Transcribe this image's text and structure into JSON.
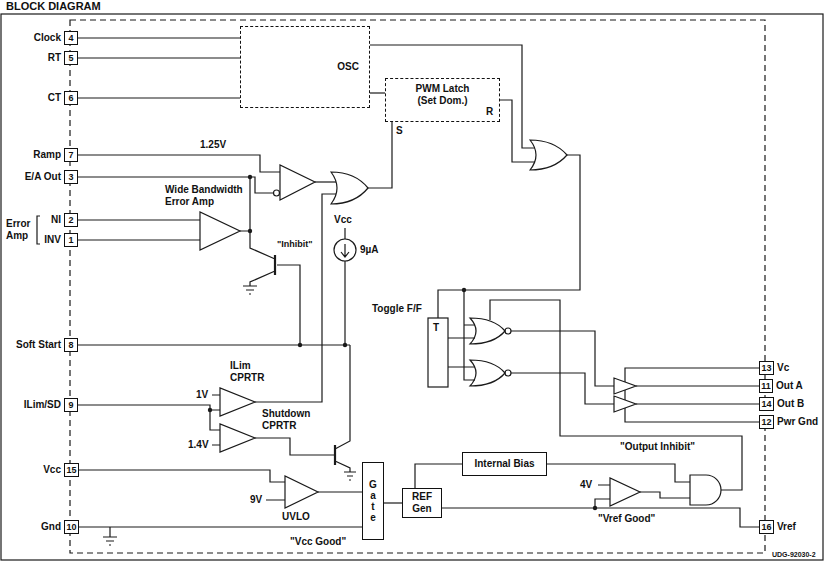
{
  "diagram": {
    "title": "BLOCK DIAGRAM",
    "nodes": [
      {
        "text": [
          "Clock",
          "4"
        ]
      },
      {
        "text": [
          "RT",
          "5"
        ]
      },
      {
        "text": [
          "CT",
          "6"
        ]
      },
      {
        "text": [
          "OSC"
        ]
      },
      {
        "text": [
          "PWM Latch (Set Dom.)"
        ]
      },
      {
        "text": [
          "Ramp",
          "7"
        ]
      },
      {
        "text": [
          "E/A Out",
          "3"
        ]
      },
      {
        "text": [
          "NI",
          "2"
        ]
      },
      {
        "text": [
          "INV",
          "1"
        ]
      },
      {
        "text": [
          "Soft Start",
          "8"
        ]
      },
      {
        "text": [
          "Vc",
          "13"
        ]
      },
      {
        "text": [
          "Out A",
          "11"
        ]
      },
      {
        "text": [
          "Out B",
          "14"
        ]
      },
      {
        "text": [
          "Pwr Gnd",
          "12"
        ]
      },
      {
        "text": [
          "ILim/SD",
          "9"
        ]
      },
      {
        "text": [
          "Vcc",
          "15"
        ]
      },
      {
        "text": [
          "Gate"
        ]
      },
      {
        "text": [
          "REF Gen"
        ]
      },
      {
        "text": [
          "Internal Bias"
        ]
      },
      {
        "text": [
          "Gnd",
          "10"
        ]
      },
      {
        "text": [
          "Vref",
          "16"
        ]
      }
    ],
    "edges": [
      {
        "from": 0,
        "to": 3,
        "arrow": "none"
      },
      {
        "from": 1,
        "to": 3,
        "arrow": "none"
      },
      {
        "from": 2,
        "to": 3,
        "arrow": "none"
      },
      {
        "from": 3,
        "to": 4,
        "arrow": "none"
      },
      {
        "from": 19,
        "to": 16,
        "arrow": "none"
      },
      {
        "from": 16,
        "to": 17,
        "arrow": "none"
      },
      {
        "from": 17,
        "to": 18,
        "arrow": "none"
      },
      {
        "from": 17,
        "to": 20,
        "arrow": "none"
      }
    ],
    "labels": [
      "1.25V",
      "Wide Bandwidth Error Amp",
      "Error Amp",
      "S",
      "R",
      "\"Inhibit\"",
      "Vcc",
      "9µA",
      "Toggle F/F",
      "T",
      "ILim CPRTR",
      "1V",
      "Shutdown CPRTR",
      "1.4V",
      "9V",
      "UVLO",
      "\"Vcc Good\"",
      "4V",
      "\"Vref Good\"",
      "\"Output Inhibit\"",
      "UDG-92030-2"
    ]
  }
}
